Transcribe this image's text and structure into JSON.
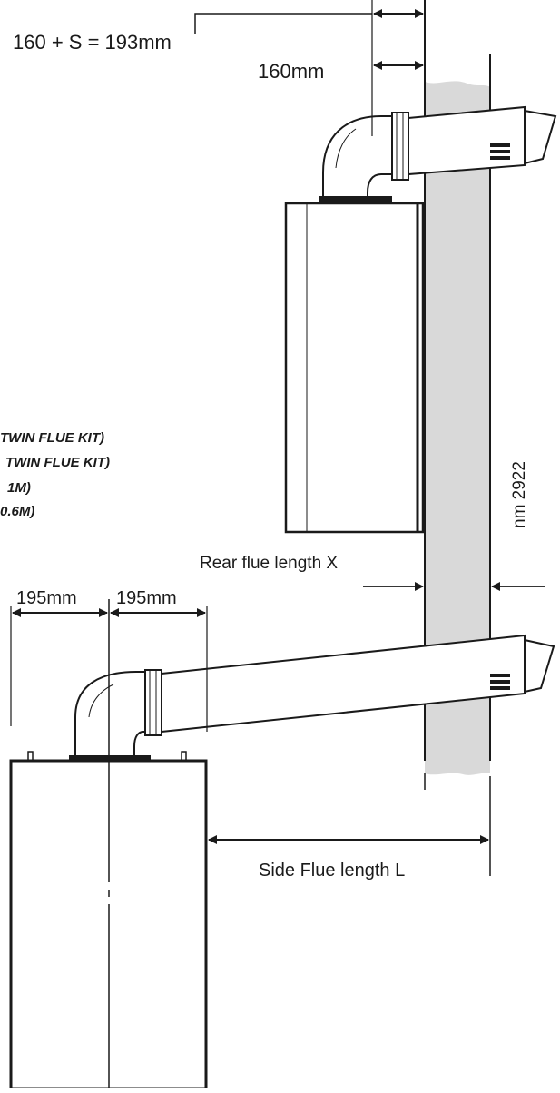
{
  "colors": {
    "ink": "#1a1a1a",
    "wall_fill": "#d9d9d9",
    "paper": "#ffffff"
  },
  "dimensions": {
    "rear_offset": "160 + S = 193mm",
    "rear_depth": "160mm",
    "side_left": "195mm",
    "side_right": "195mm",
    "wall_thickness": "nm 2922",
    "rear_flue_length": "Rear flue length X",
    "side_flue_length": "Side Flue length L"
  },
  "notes": [
    "TWIN FLUE KIT)",
    "TWIN FLUE KIT)",
    "1M)",
    "0.6M)"
  ]
}
